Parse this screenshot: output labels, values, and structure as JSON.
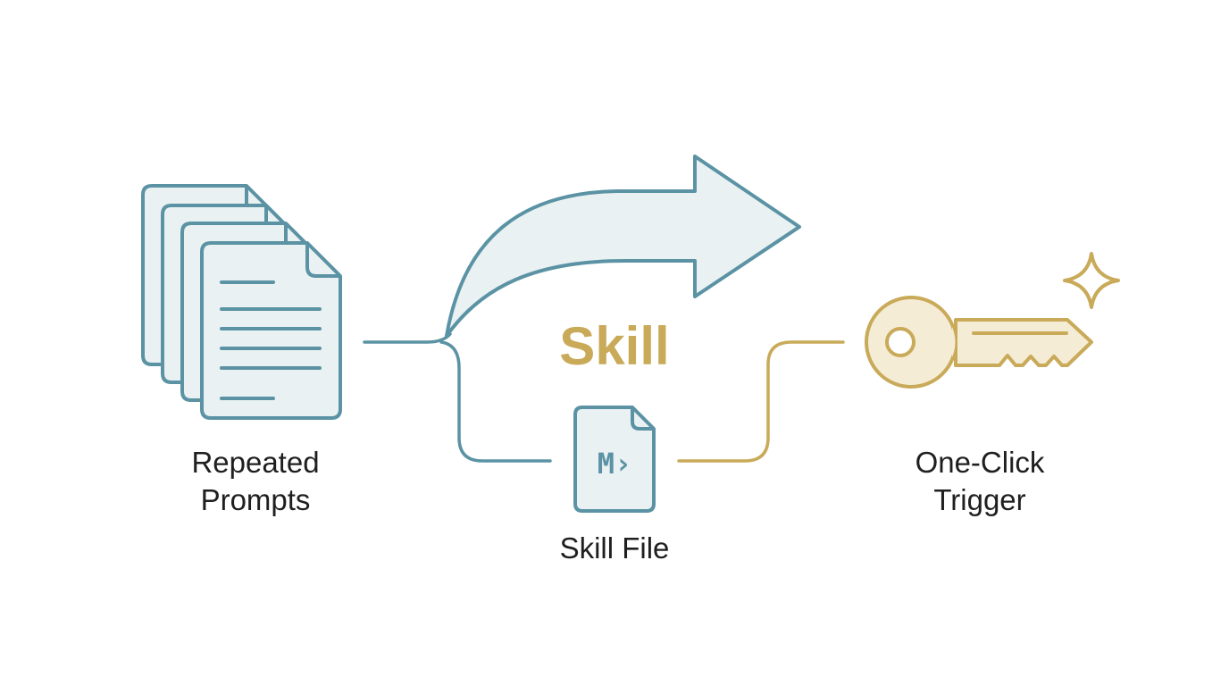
{
  "diagram": {
    "title": "Skill",
    "source_label_line1": "Repeated",
    "source_label_line2": "Prompts",
    "file_label": "Skill File",
    "file_badge": "M›",
    "target_label_line1": "One-Click",
    "target_label_line2": "Trigger"
  },
  "colors": {
    "teal": "#5b93a4",
    "teal_fill": "#e9f1f3",
    "gold": "#c9aa59",
    "gold_fill": "#f5ecd6",
    "text": "#1f1f1f"
  },
  "icons": {
    "source": "stacked-documents-icon",
    "file": "markdown-file-icon",
    "target": "key-icon",
    "accent": "sparkle-icon",
    "flow": "curved-arrow-icon"
  }
}
